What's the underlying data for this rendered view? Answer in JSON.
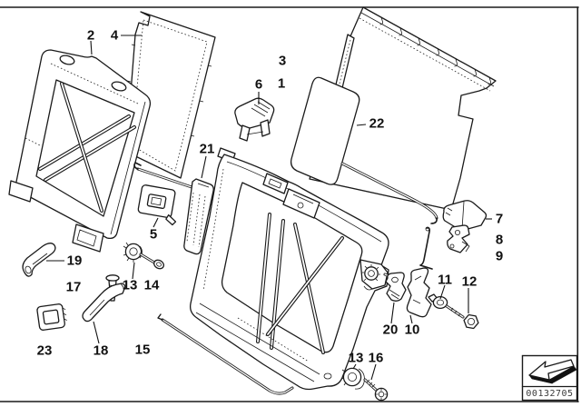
{
  "colors": {
    "ink": "#1a1a1a",
    "paper": "#ffffff"
  },
  "callouts": [
    {
      "label": "2"
    },
    {
      "label": "4"
    },
    {
      "label": "3"
    },
    {
      "label": "1"
    },
    {
      "label": "6"
    },
    {
      "label": "22"
    },
    {
      "label": "21"
    },
    {
      "label": "5"
    },
    {
      "label": "7"
    },
    {
      "label": "8"
    },
    {
      "label": "9"
    },
    {
      "label": "19"
    },
    {
      "label": "17"
    },
    {
      "label": "13"
    },
    {
      "label": "14"
    },
    {
      "label": "11"
    },
    {
      "label": "12"
    },
    {
      "label": "23"
    },
    {
      "label": "18"
    },
    {
      "label": "15"
    },
    {
      "label": "20"
    },
    {
      "label": "10"
    },
    {
      "label": "13"
    },
    {
      "label": "16"
    }
  ],
  "footer": {
    "image_id": "00132705",
    "icon": "back-arrow-icon"
  }
}
